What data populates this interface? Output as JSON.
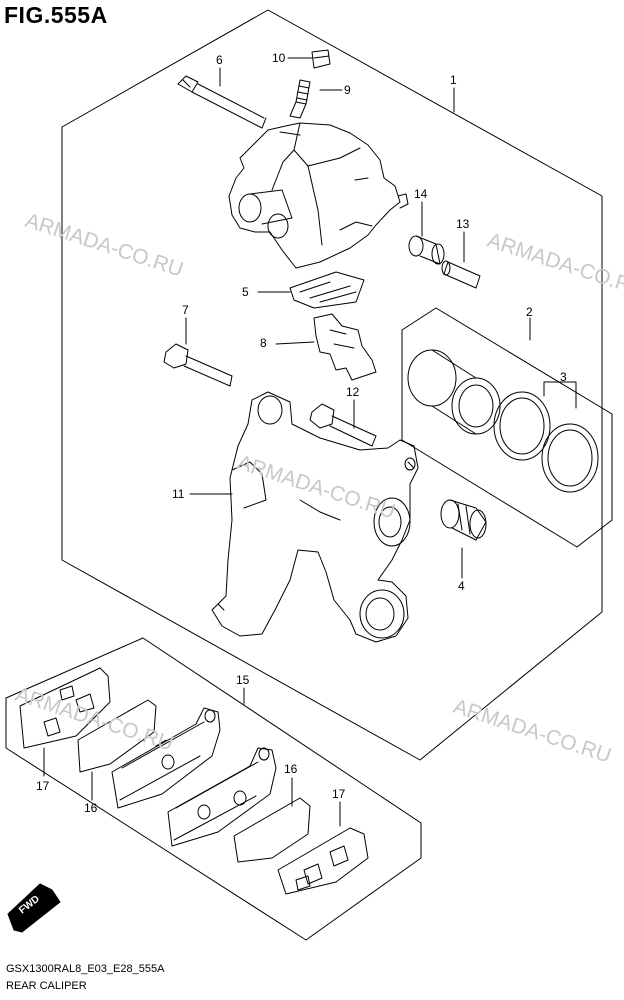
{
  "header": {
    "figure_title": "FIG.555A"
  },
  "footer": {
    "model_code": "GSX1300RAL8_E03_E28_555A",
    "caption": "REAR CALIPER"
  },
  "watermarks": [
    "ARMADA-CO.RU",
    "ARMADA-CO.RU",
    "ARMADA-CO.RU",
    "ARMADA-CO.RU",
    "ARMADA-CO.RU"
  ],
  "direction_badge": {
    "label": "FWD"
  },
  "callouts": [
    "1",
    "2",
    "3",
    "4",
    "5",
    "6",
    "7",
    "8",
    "9",
    "10",
    "11",
    "12",
    "13",
    "14",
    "15",
    "16",
    "16",
    "17",
    "17"
  ],
  "colors": {
    "line": "#000000",
    "watermark": "#c8c8c8",
    "background": "#ffffff"
  }
}
